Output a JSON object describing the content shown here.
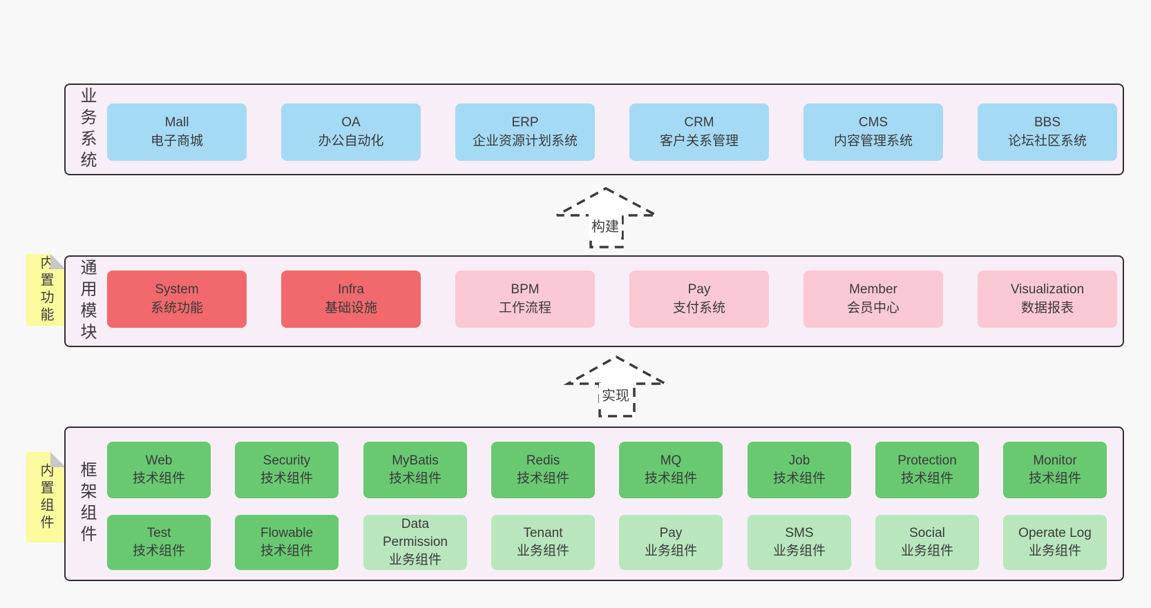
{
  "layers": [
    {
      "label": "业务系统",
      "boxes": [
        {
          "title": "Mall",
          "subtitle": "电子商城"
        },
        {
          "title": "OA",
          "subtitle": "办公自动化"
        },
        {
          "title": "ERP",
          "subtitle": "企业资源计划系统"
        },
        {
          "title": "CRM",
          "subtitle": "客户关系管理"
        },
        {
          "title": "CMS",
          "subtitle": "内容管理系统"
        },
        {
          "title": "BBS",
          "subtitle": "论坛社区系统"
        }
      ]
    },
    {
      "label": "通用模块",
      "note": "内置功能",
      "boxes": [
        {
          "title": "System",
          "subtitle": "系统功能"
        },
        {
          "title": "Infra",
          "subtitle": "基础设施"
        },
        {
          "title": "BPM",
          "subtitle": "工作流程"
        },
        {
          "title": "Pay",
          "subtitle": "支付系统"
        },
        {
          "title": "Member",
          "subtitle": "会员中心"
        },
        {
          "title": "Visualization",
          "subtitle": "数据报表"
        }
      ]
    },
    {
      "label": "框架组件",
      "note": "内置组件",
      "rows": [
        [
          {
            "title": "Web",
            "subtitle": "技术组件"
          },
          {
            "title": "Security",
            "subtitle": "技术组件"
          },
          {
            "title": "MyBatis",
            "subtitle": "技术组件"
          },
          {
            "title": "Redis",
            "subtitle": "技术组件"
          },
          {
            "title": "MQ",
            "subtitle": "技术组件"
          },
          {
            "title": "Job",
            "subtitle": "技术组件"
          },
          {
            "title": "Protection",
            "subtitle": "技术组件"
          },
          {
            "title": "Monitor",
            "subtitle": "技术组件"
          }
        ],
        [
          {
            "title": "Test",
            "subtitle": "技术组件"
          },
          {
            "title": "Flowable",
            "subtitle": "技术组件"
          },
          {
            "title": "Data Permission",
            "subtitle": "业务组件"
          },
          {
            "title": "Tenant",
            "subtitle": "业务组件"
          },
          {
            "title": "Pay",
            "subtitle": "业务组件"
          },
          {
            "title": "SMS",
            "subtitle": "业务组件"
          },
          {
            "title": "Social",
            "subtitle": "业务组件"
          },
          {
            "title": "Operate Log",
            "subtitle": "业务组件"
          }
        ]
      ]
    }
  ],
  "arrows": [
    {
      "label": "构建"
    },
    {
      "label": "实现"
    }
  ],
  "colors": {
    "page_bg": "#f8f8f8",
    "container_bg": "#f8eef7",
    "container_border": "#2f2f2f",
    "blue_box": "#a5daf5",
    "red_box": "#f1696c",
    "pink_box": "#fbc9d3",
    "green_box": "#68c971",
    "light_green_box": "#b9e6bd",
    "sticky_note": "#fbfa9d",
    "text": "#3a3a3a"
  }
}
